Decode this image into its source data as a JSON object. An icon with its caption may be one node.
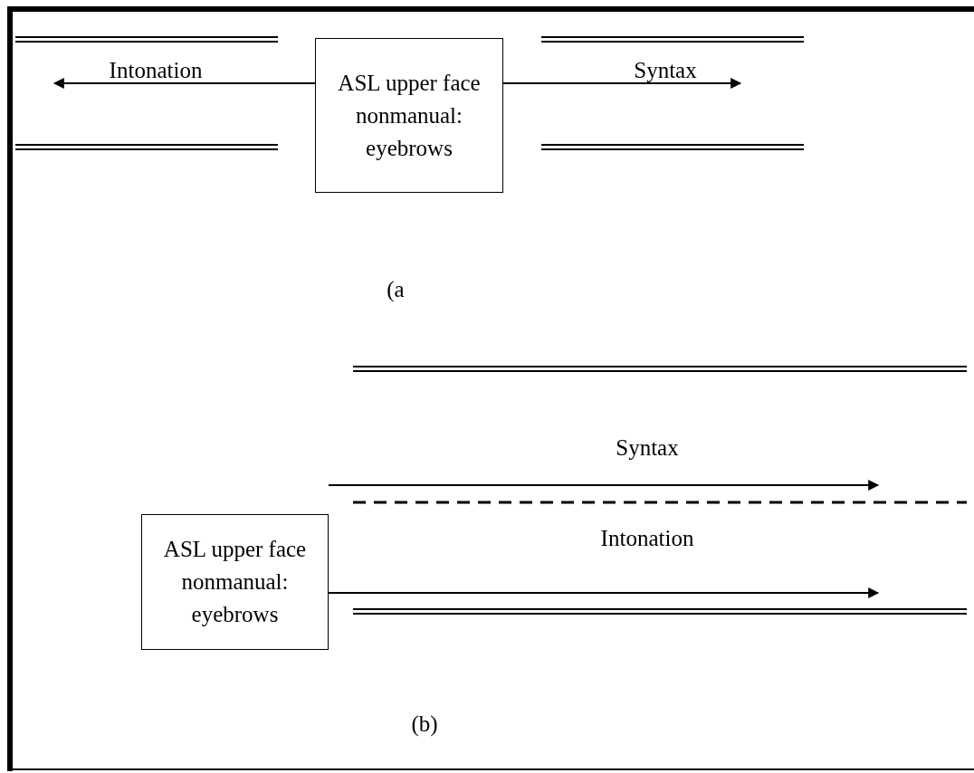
{
  "diagram": {
    "nodes": [
      {
        "text": [
          "ASL upper face nonmanual: eyebrows"
        ]
      },
      {
        "text": [
          "ASL upper face nonmanual: eyebrows"
        ]
      }
    ],
    "edges": [
      {
        "from": 0,
        "to": null,
        "arrow": "to",
        "label": "Intonation"
      },
      {
        "from": 0,
        "to": null,
        "arrow": "to",
        "label": "Syntax"
      },
      {
        "from": 1,
        "to": null,
        "arrow": "to",
        "label": "Syntax"
      },
      {
        "from": 1,
        "to": null,
        "arrow": "to",
        "label": "Intonation"
      }
    ],
    "labels": [
      "(a",
      "(b)"
    ]
  }
}
